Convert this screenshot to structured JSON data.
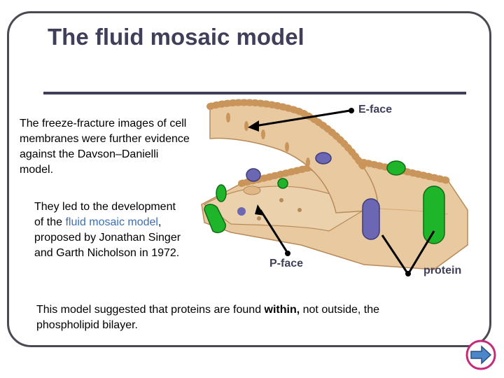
{
  "slide": {
    "title": "The fluid mosaic model",
    "para1": "The freeze-fracture images of cell membranes were further evidence against the Davson–Danielli model.",
    "para2_before": "They led to the development of the ",
    "para2_highlight": "fluid mosaic model",
    "para2_after": ", proposed by Jonathan Singer and Garth Nicholson in 1972.",
    "para3_before": "This model suggested that proteins are found ",
    "para3_bold": "within,",
    "para3_after": " not outside, the phospholipid bilayer."
  },
  "diagram": {
    "labels": {
      "e_face": "E-face",
      "p_face": "P-face",
      "protein": "protein"
    },
    "colors": {
      "membrane": "#e8c9a0",
      "head": "#c9955a",
      "protein_green": "#1fb52a",
      "protein_purple": "#6b67b3"
    }
  },
  "nav": {
    "icon": "next-arrow-icon"
  }
}
